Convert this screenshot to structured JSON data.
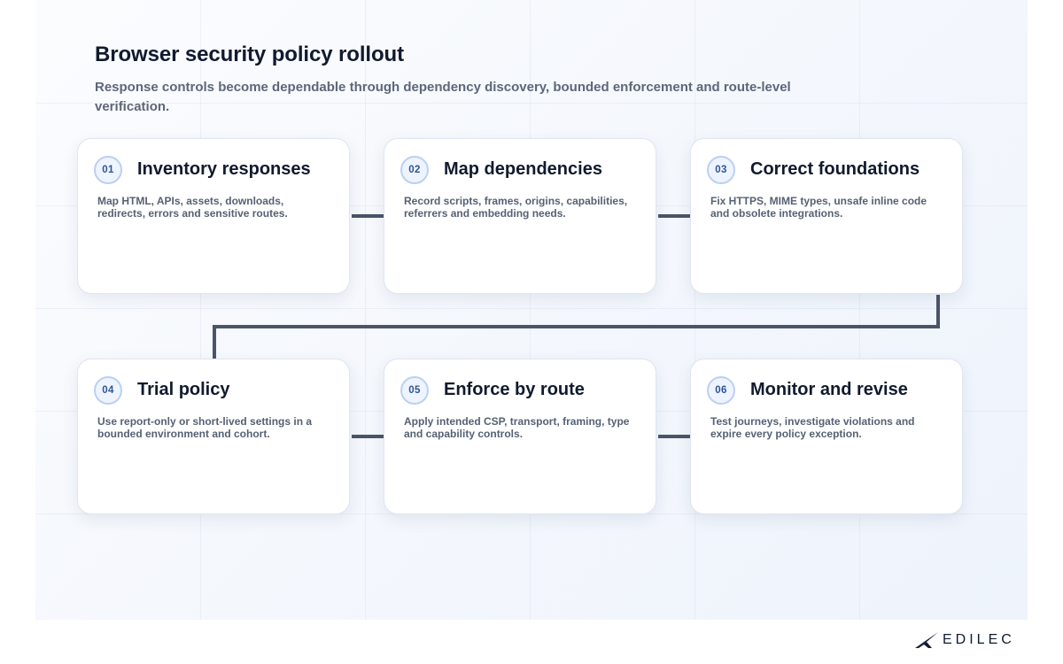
{
  "header": {
    "title": "Browser security policy rollout",
    "subtitle": "Response controls become dependable through dependency discovery, bounded enforcement and route-level verification."
  },
  "steps": [
    {
      "number": "01",
      "title": "Inventory responses",
      "description": "Map HTML, APIs, assets, downloads, redirects, errors and sensitive routes."
    },
    {
      "number": "02",
      "title": "Map dependencies",
      "description": "Record scripts, frames, origins, capabilities, referrers and embedding needs."
    },
    {
      "number": "03",
      "title": "Correct foundations",
      "description": "Fix HTTPS, MIME types, unsafe inline code and obsolete integrations."
    },
    {
      "number": "04",
      "title": "Trial policy",
      "description": "Use report-only or short-lived settings in a bounded environment and cohort."
    },
    {
      "number": "05",
      "title": "Enforce by route",
      "description": "Apply intended CSP, transport, framing, type and capability controls."
    },
    {
      "number": "06",
      "title": "Monitor and revise",
      "description": "Test journeys, investigate violations and expire every policy exception."
    }
  ],
  "branding": {
    "logo_text": "EDILEC"
  },
  "colors": {
    "connector": "#4b5568",
    "badge_border": "#bcd0f0",
    "badge_text": "#2f5592",
    "title_text": "#111a2e",
    "body_text": "#566173"
  }
}
